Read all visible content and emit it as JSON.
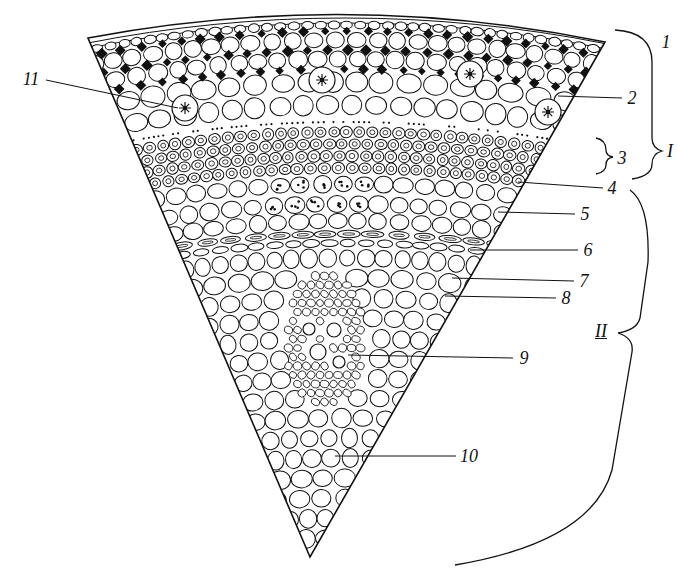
{
  "diagram": {
    "labels": [
      "1",
      "2",
      "3",
      "4",
      "5",
      "6",
      "7",
      "8",
      "9",
      "10",
      "11",
      "I",
      "II"
    ]
  }
}
